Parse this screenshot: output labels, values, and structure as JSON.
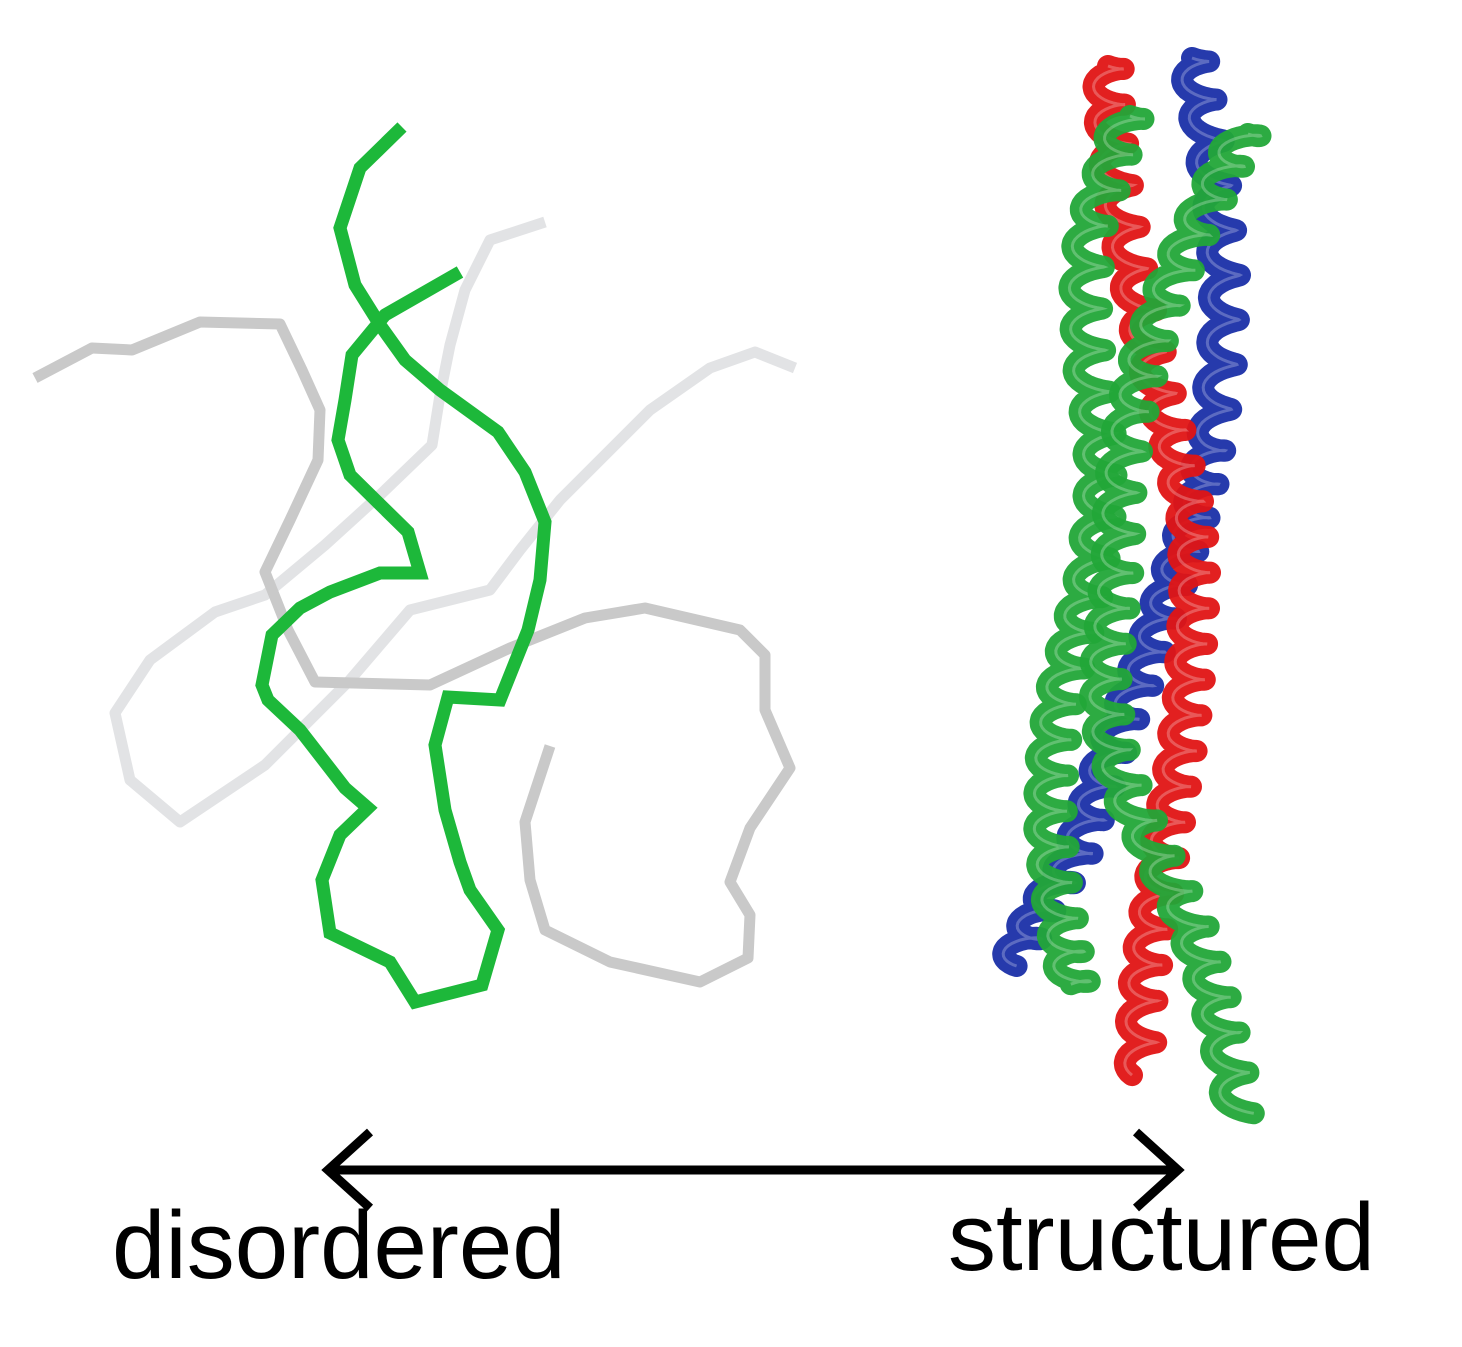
{
  "labels": {
    "left": "disordered",
    "right": "structured"
  },
  "colors": {
    "background": "#ffffff",
    "disordered_chain": "#1db83a",
    "chain_gray_mid": "#c9c9c9",
    "chain_gray_light": "#e2e3e5",
    "helix_green": "#22a638",
    "helix_red": "#e01414",
    "helix_blue": "#1a2fa8",
    "arrow": "#000000"
  },
  "arrow": {
    "type": "double-headed",
    "meaning": "spectrum"
  }
}
